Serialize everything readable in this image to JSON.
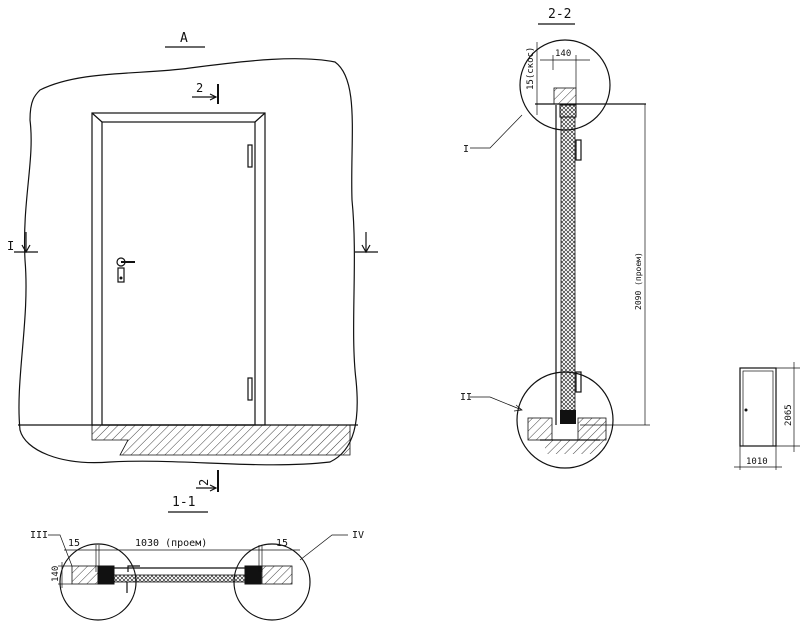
{
  "elevation": {
    "title": "A",
    "section_mark_top": "2",
    "section_mark_bottom": "2",
    "view_mark_left": "I"
  },
  "section_1_1": {
    "title": "1-1",
    "callout_left": "III",
    "callout_right": "IV",
    "dim_left": "15",
    "dim_center": "1030 (проем)",
    "dim_right": "15",
    "dim_thickness": "140"
  },
  "section_2_2": {
    "title": "2-2",
    "dim_top": "140",
    "dim_bevel": "15(скос)",
    "callout_top": "I",
    "callout_bottom": "II",
    "dim_height": "2090 (проем)"
  },
  "small_view": {
    "dim_height": "2065",
    "dim_width": "1010"
  }
}
